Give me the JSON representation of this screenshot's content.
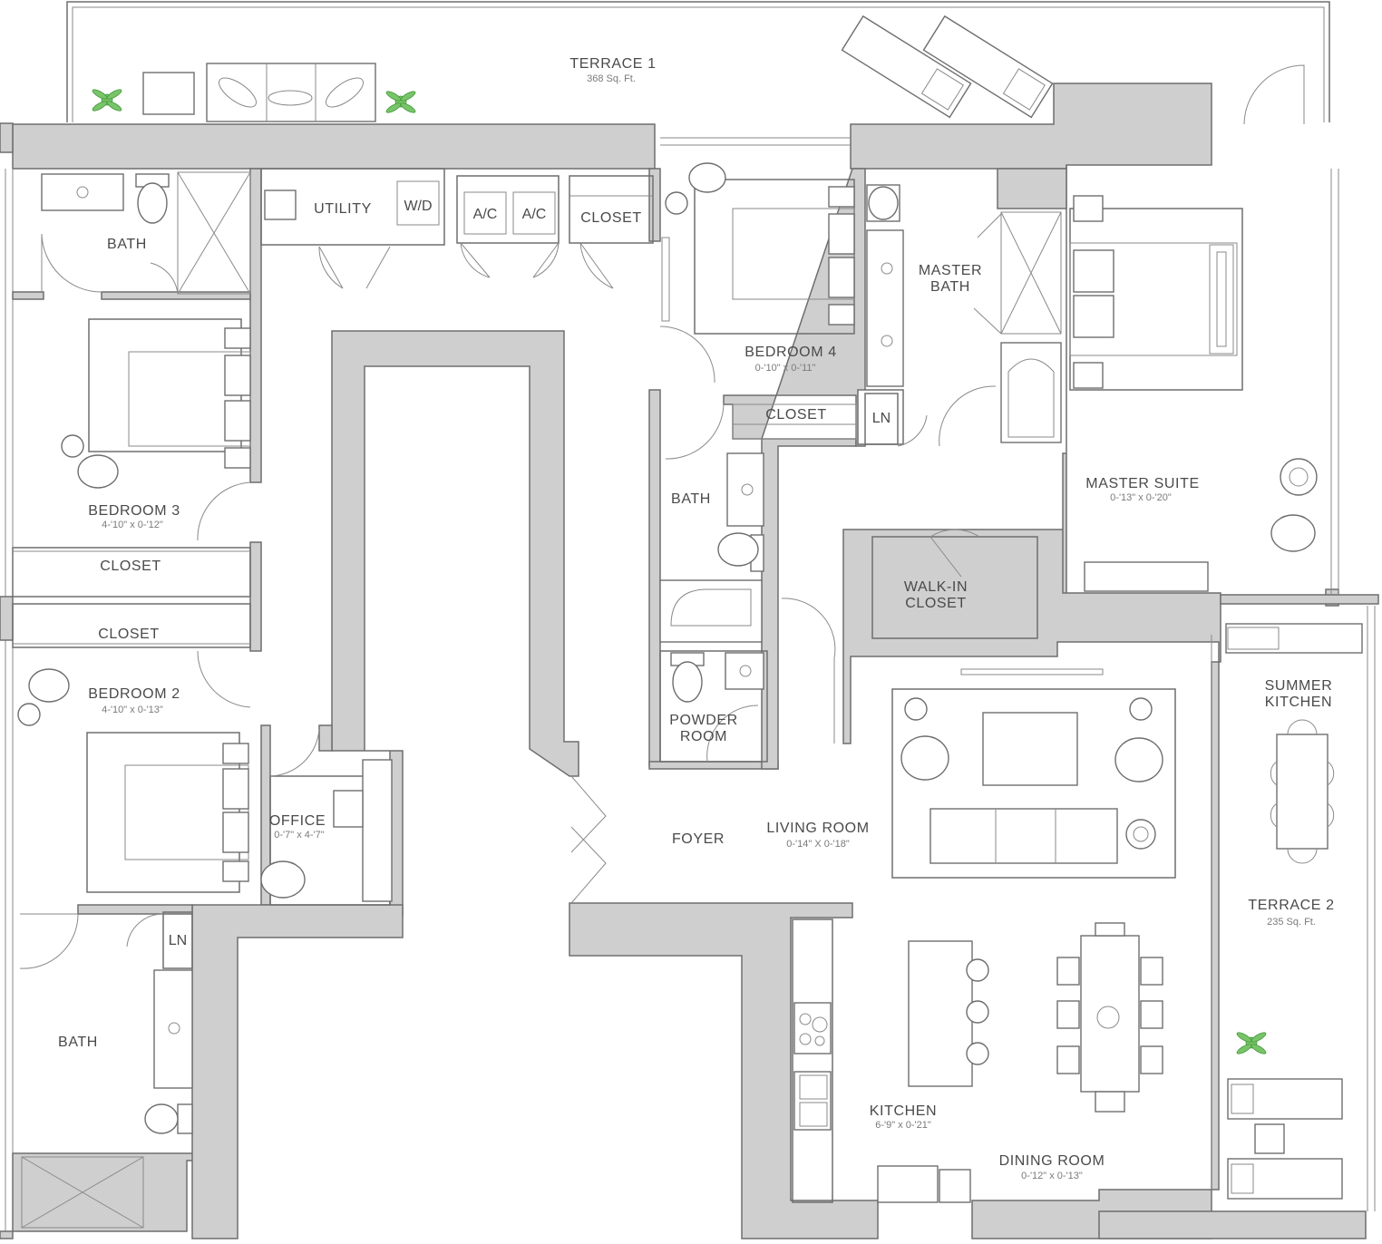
{
  "rooms": {
    "terrace1": {
      "name": "TERRACE 1",
      "area": "368 Sq. Ft."
    },
    "terrace2": {
      "name": "TERRACE 2",
      "area": "235 Sq. Ft."
    },
    "bath_nw": {
      "name": "BATH"
    },
    "utility": {
      "name": "UTILITY"
    },
    "wd": {
      "name": "W/D"
    },
    "ac1": {
      "name": "A/C"
    },
    "ac2": {
      "name": "A/C"
    },
    "closet_top": {
      "name": "CLOSET"
    },
    "bedroom4": {
      "name": "BEDROOM 4",
      "dim": "0-'10\" x 0-'11\""
    },
    "master_bath": {
      "line1": "MASTER",
      "line2": "BATH"
    },
    "closet_b4": {
      "name": "CLOSET"
    },
    "ln_master": {
      "name": "LN"
    },
    "master_suite": {
      "name": "MASTER SUITE",
      "dim": "0-'13\" x 0-'20\""
    },
    "bath_mid": {
      "name": "BATH"
    },
    "walkin": {
      "line1": "WALK-IN",
      "line2": "CLOSET"
    },
    "bedroom3": {
      "name": "BEDROOM 3",
      "dim": "4-'10\" x 0-'12\""
    },
    "closet_b3": {
      "name": "CLOSET"
    },
    "closet_b2": {
      "name": "CLOSET"
    },
    "bedroom2": {
      "name": "BEDROOM 2",
      "dim": "4-'10\" x 0-'13\""
    },
    "powder": {
      "line1": "POWDER",
      "line2": "ROOM"
    },
    "office": {
      "name": "OFFICE",
      "dim": "0-'7\" x 4-'7\""
    },
    "foyer": {
      "name": "FOYER"
    },
    "living": {
      "name": "LIVING ROOM",
      "dim": "0-'14\" X 0-'18\""
    },
    "summer_kitchen": {
      "line1": "SUMMER",
      "line2": "KITCHEN"
    },
    "ln_sw": {
      "name": "LN"
    },
    "bath_sw": {
      "name": "BATH"
    },
    "kitchen": {
      "name": "KITCHEN",
      "dim": "6-'9\" x 0-'21\""
    },
    "dining": {
      "name": "DINING ROOM",
      "dim": "0-'12\" x 0-'13\""
    }
  },
  "colors": {
    "wall": "#cfcfcf",
    "line": "#6e6e6e",
    "plant": "#79c46a",
    "text": "#4a4a4a"
  }
}
